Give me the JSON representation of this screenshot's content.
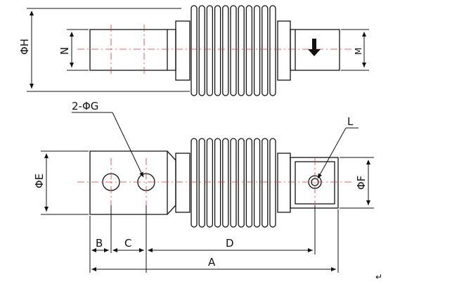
{
  "labels": {
    "phi_h": "ΦH",
    "n": "N",
    "m": "M",
    "two_phi_g": "2-ΦG",
    "l": "L",
    "phi_e": "ΦE",
    "phi_f": "ΦF",
    "b": "B",
    "c": "C",
    "d": "D",
    "a": "A",
    "return_mark": "↵"
  },
  "colors": {
    "line": "#111111",
    "center_line": "#e03030",
    "arrow": "#111111"
  },
  "icons": {
    "load_direction": "down-arrow-icon"
  }
}
